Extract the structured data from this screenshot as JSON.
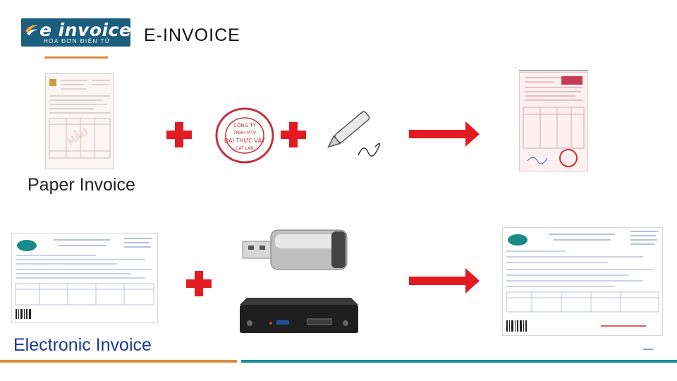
{
  "logo": {
    "main": "e invoice",
    "sub": "HÓA ĐƠN ĐIỆN TỬ"
  },
  "title": "E-INVOICE",
  "paper_label": "Paper Invoice",
  "electronic_label": "Electronic Invoice",
  "stamp_text": "CÔNG TY TNHH MỘT THÀNH VIÊN ĐẠI THỰC VẬT CAT LAN",
  "colors": {
    "accent_red": "#e21b23",
    "logo_blue": "#1b5e7e",
    "title_line": "#d98a3e",
    "bottom_orange": "#e08b3a",
    "bottom_teal": "#1a8a9a",
    "stamp_red": "#c4323b",
    "label_blue": "#1a3c8e"
  },
  "icons": [
    "plus-icon",
    "arrow-right-icon",
    "pen-icon",
    "usb-token-icon",
    "hsm-device-icon",
    "seal-stamp-icon"
  ]
}
